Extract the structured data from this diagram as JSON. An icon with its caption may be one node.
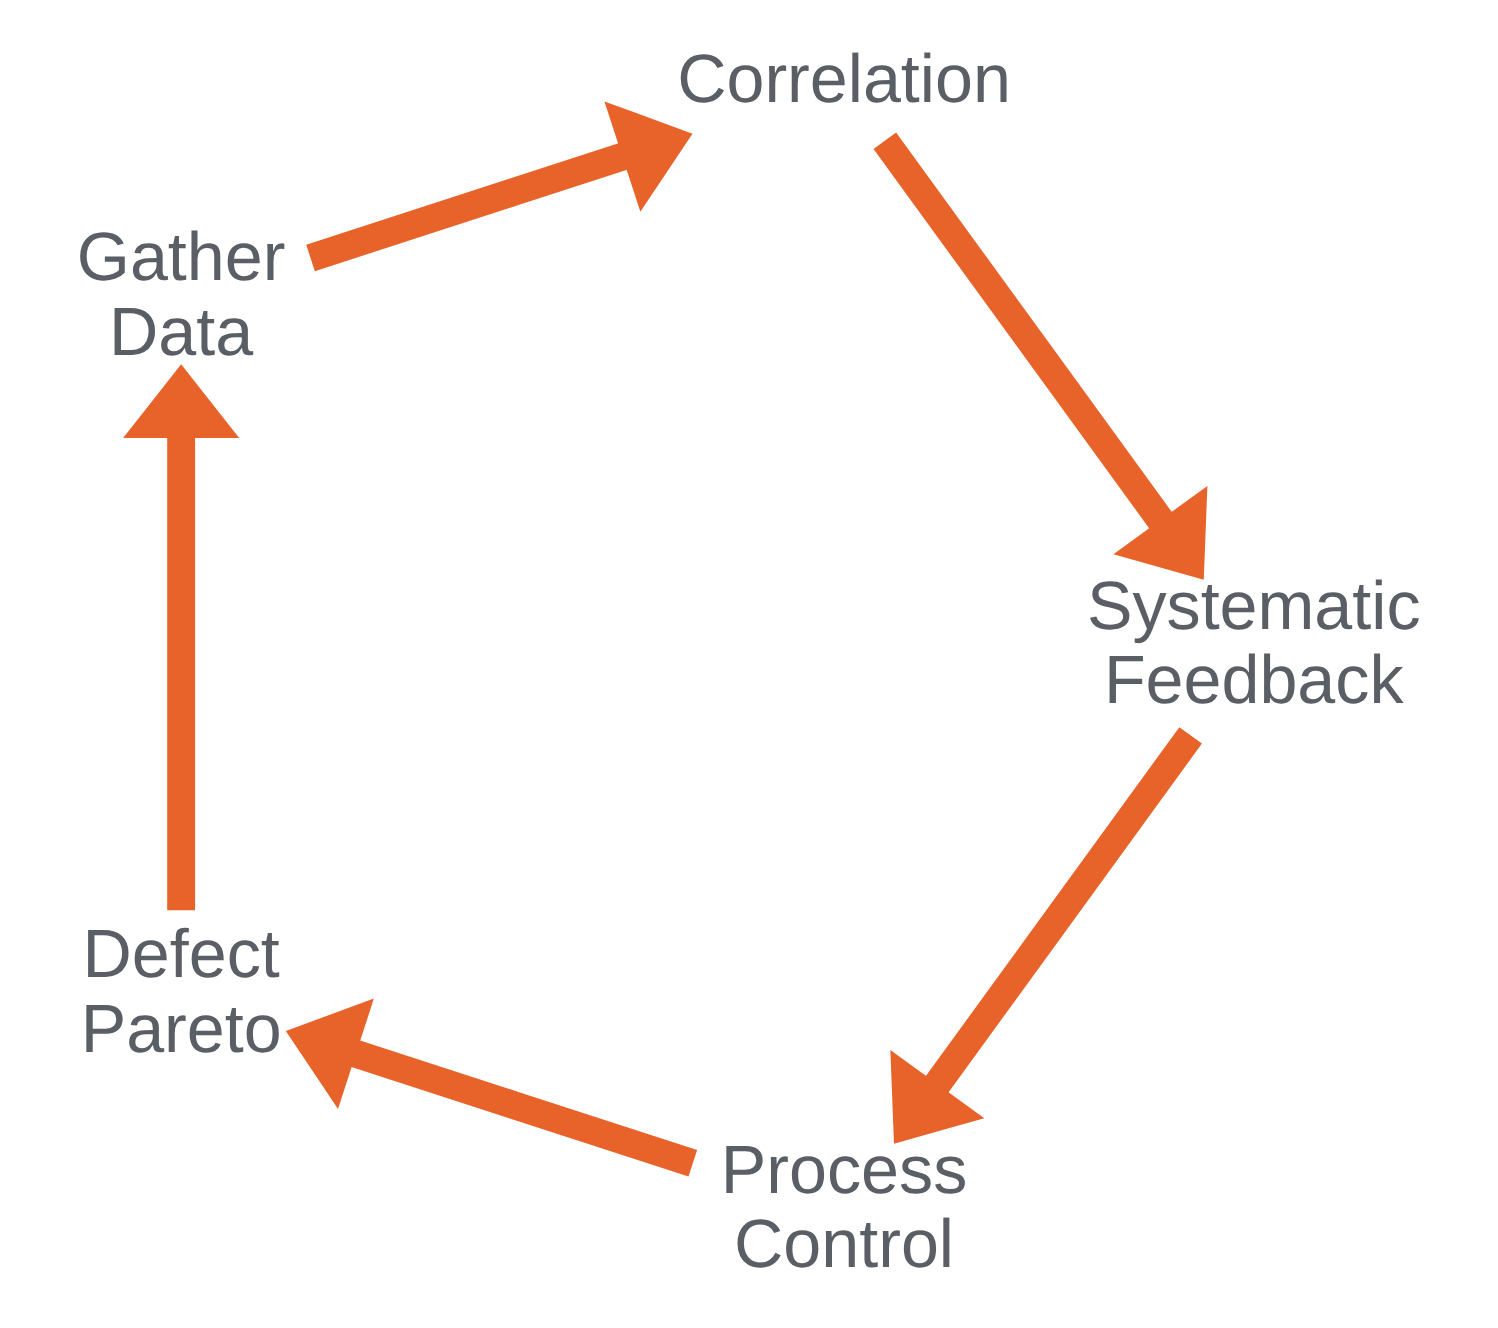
{
  "diagram": {
    "nodes": [
      {
        "text": [
          "Process Control"
        ]
      },
      {
        "text": [
          "Defect Pareto"
        ]
      },
      {
        "text": [
          "Gather Data"
        ]
      },
      {
        "text": [
          "Correlation"
        ]
      },
      {
        "text": [
          "Systematic Feedback"
        ]
      }
    ],
    "edges": [
      {
        "from": 0,
        "to": 1,
        "arrow": "to"
      },
      {
        "from": 1,
        "to": 2,
        "arrow": "to"
      },
      {
        "from": 2,
        "to": 3,
        "arrow": "to"
      },
      {
        "from": 3,
        "to": 4,
        "arrow": "to"
      },
      {
        "from": 4,
        "to": 0,
        "arrow": "to"
      }
    ]
  }
}
